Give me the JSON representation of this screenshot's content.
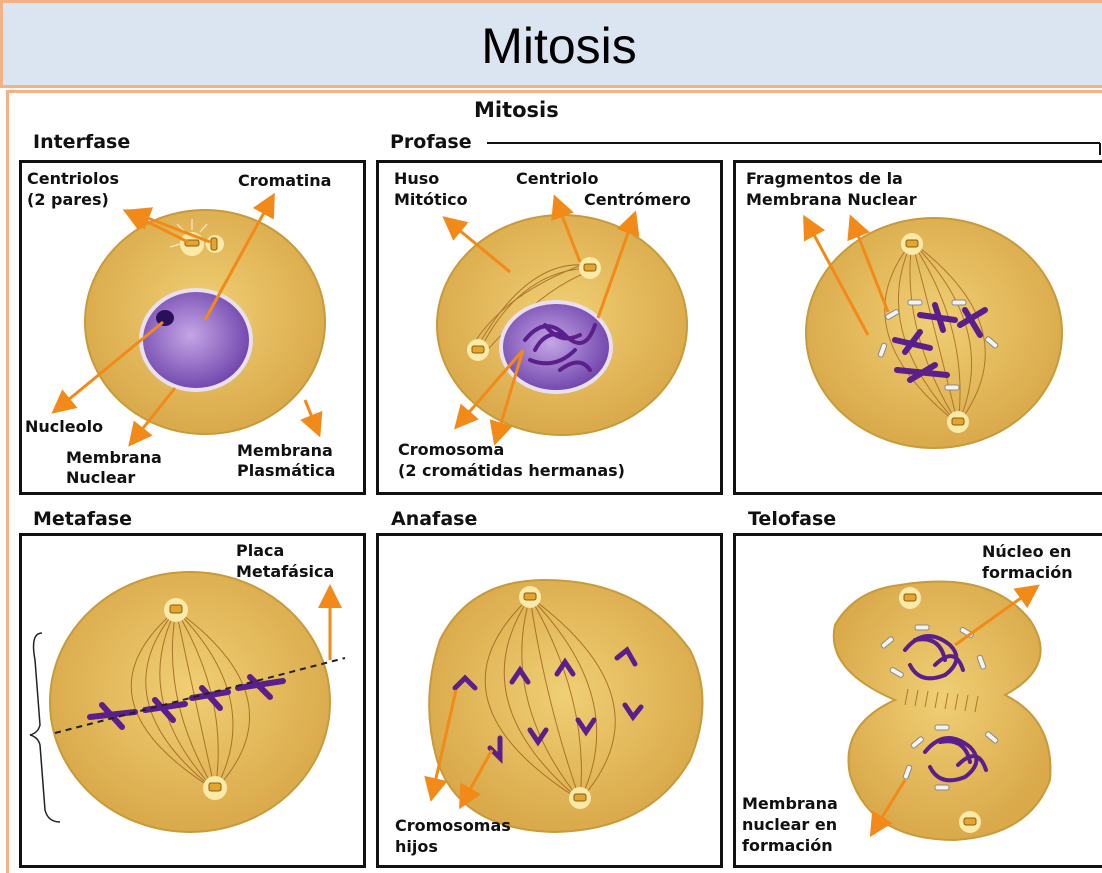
{
  "slide": {
    "title": "Mitosis"
  },
  "figure": {
    "title": "Mitosis",
    "stages": {
      "interfase": "Interfase",
      "profase": "Profase",
      "metafase": "Metafase",
      "anafase": "Anafase",
      "telofase": "Telofase"
    },
    "labels": {
      "centriolos_1": "Centriolos",
      "centriolos_2": "(2 pares)",
      "cromatina": "Cromatina",
      "nucleolo": "Nucleolo",
      "membrana_nuclear_1": "Membrana",
      "membrana_nuclear_2": "Nuclear",
      "membrana_plasmatica_1": "Membrana",
      "membrana_plasmatica_2": "Plasmática",
      "huso_1": "Huso",
      "huso_2": "Mitótico",
      "centriolo": "Centriolo",
      "centromero": "Centrómero",
      "cromosoma_1": "Cromosoma",
      "cromosoma_2": "(2 cromátidas hermanas)",
      "fragmentos_1": "Fragmentos de la",
      "fragmentos_2": "Membrana Nuclear",
      "placa_1": "Placa",
      "placa_2": "Metafásica",
      "cromosomas_hijos_1": "Cromosomas",
      "cromosomas_hijos_2": "hijos",
      "nucleo_formacion_1": "Núcleo en",
      "nucleo_formacion_2": "formación",
      "membrana_formacion_1": "Membrana",
      "membrana_formacion_2": "nuclear en",
      "membrana_formacion_3": "formación"
    }
  },
  "colors": {
    "cell": "#e8bf5a",
    "cell_stroke": "#c99a3a",
    "chromatin": "#7a4fb3",
    "chromosome": "#6b2b9a",
    "arrow": "#f28a1a",
    "spindle": "#a0651f",
    "title_band": "#dbe5f1",
    "frame_border": "#f4b183"
  }
}
